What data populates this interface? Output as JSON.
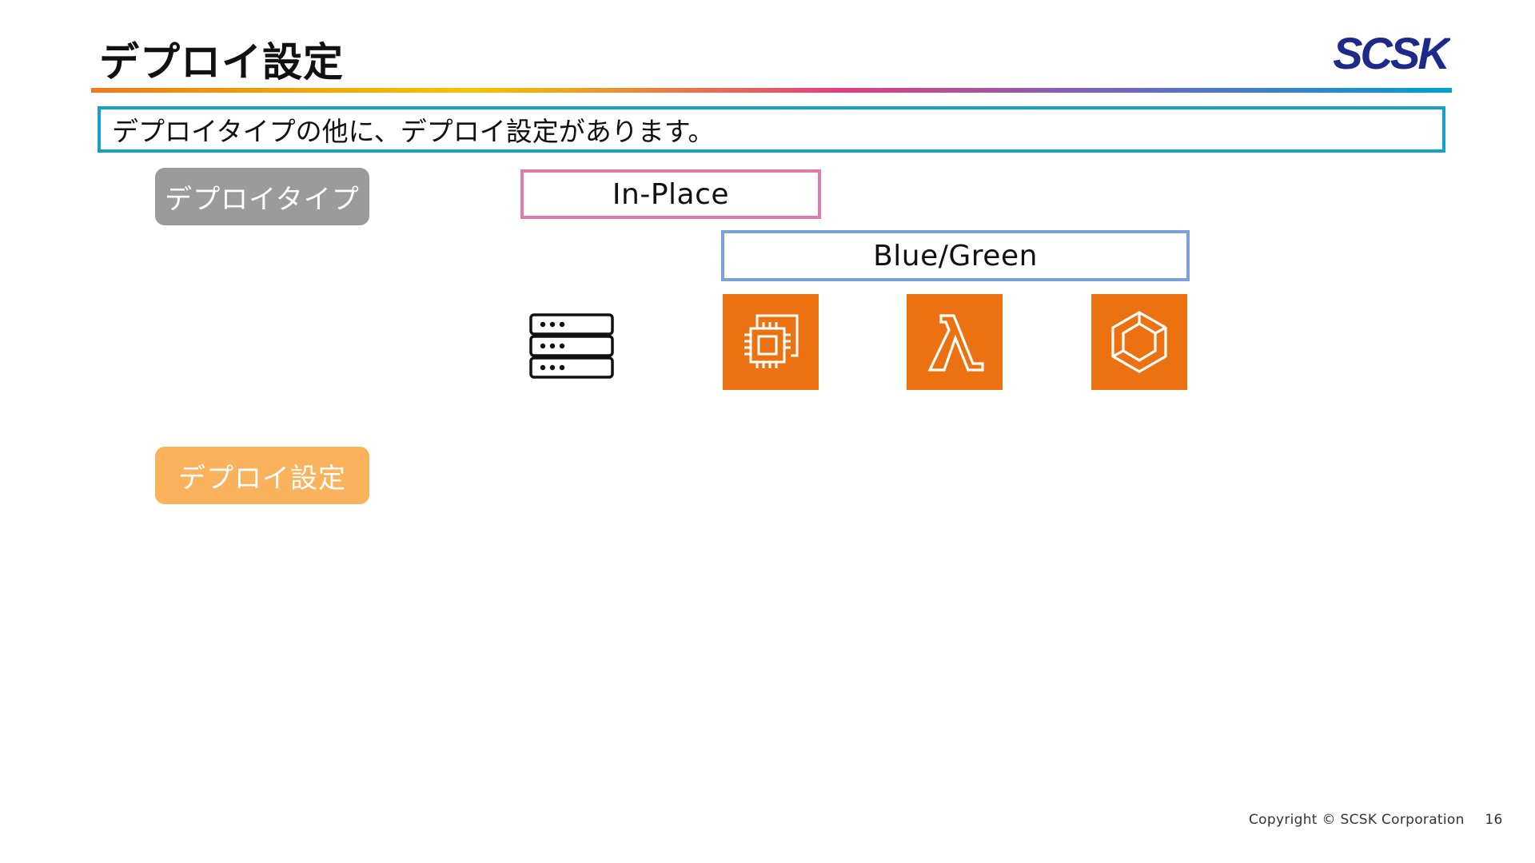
{
  "slide": {
    "title": "デプロイ設定",
    "logo_text": "SCSK",
    "lead": "デプロイタイプの他に、デプロイ設定があります。"
  },
  "labels": {
    "deploy_type": "デプロイタイプ",
    "deploy_config": "デプロイ設定"
  },
  "types": {
    "in_place": "In-Place",
    "blue_green": "Blue/Green"
  },
  "icons": {
    "server": "server-rack-icon",
    "ec2": "aws-ec2-icon",
    "lambda": "aws-lambda-icon",
    "ecs": "aws-ecs-icon"
  },
  "colors": {
    "logo": "#1d2a8a",
    "lead_border": "#17a1c6",
    "deploy_type_pill": "#9b9b9b",
    "deploy_config_pill": "#fbb25c",
    "in_place_border": "#e07bb0",
    "blue_green_border": "#7aa2d6",
    "aws_orange": "#ec7211"
  },
  "footer": {
    "copyright": "Copyright © SCSK Corporation",
    "page_number": "16"
  }
}
